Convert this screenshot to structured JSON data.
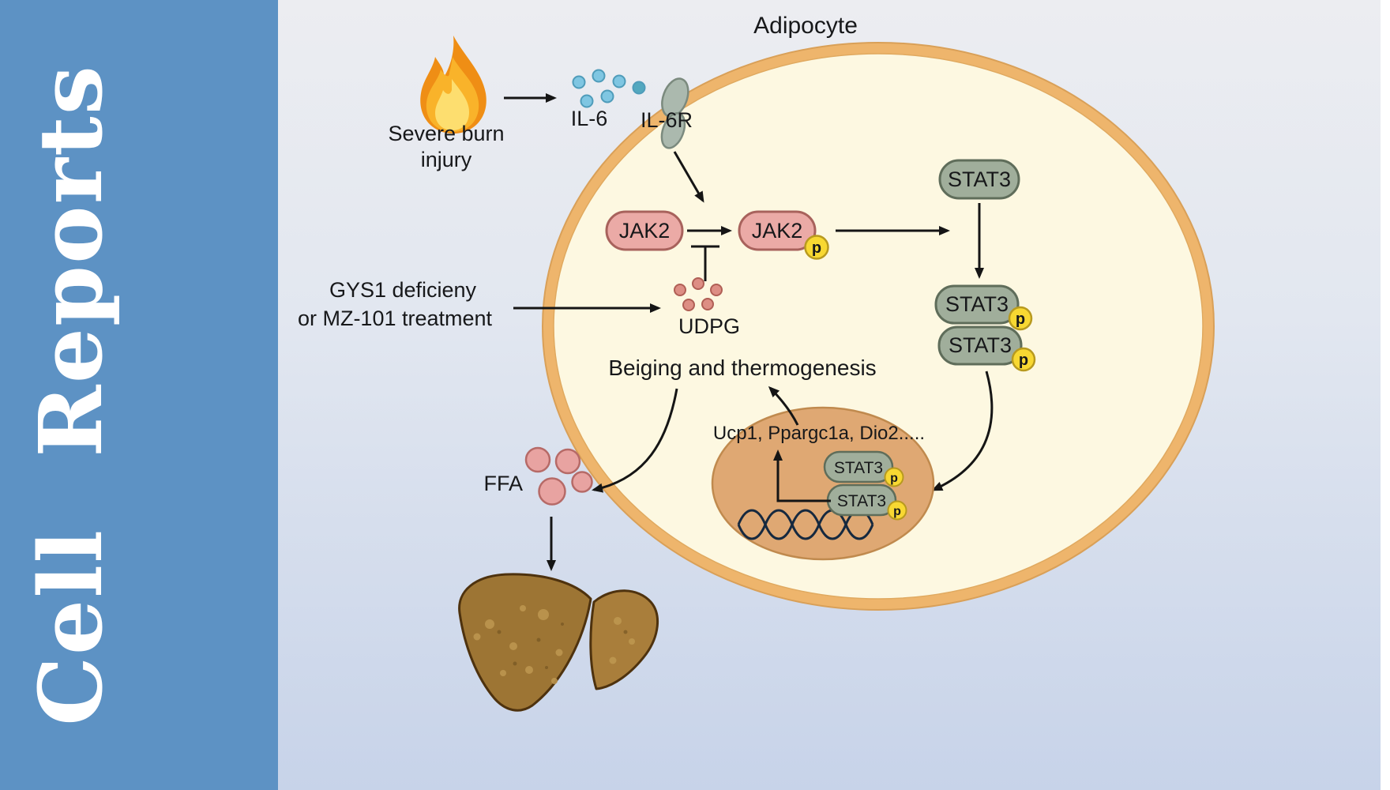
{
  "journal": {
    "name": "Cell Reports"
  },
  "diagram": {
    "cell_label": "Adipocyte",
    "burn_line1": "Severe burn",
    "burn_line2": "injury",
    "il6_label": "IL-6",
    "il6r_label": "IL-6R",
    "jak2_label": "JAK2",
    "jak2p_label": "JAK2",
    "phospho": "p",
    "stat3_label": "STAT3",
    "stat3_dimer_top": "STAT3",
    "stat3_dimer_bottom": "STAT3",
    "gys1_line1": "GYS1 deficieny",
    "gys1_line2": "or MZ-101 treatment",
    "udpg_label": "UDPG",
    "beiging_label": "Beiging and thermogenesis",
    "nucleus_genes": "Ucp1, Ppargc1a, Dio2.....",
    "nucleus_stat3_top": "STAT3",
    "nucleus_stat3_bottom": "STAT3",
    "ffa_label": "FFA"
  },
  "colors": {
    "sidebar": "#5d92c4",
    "cell_fill": "#fdf8e1",
    "cell_border": "#eeb56c",
    "jak2_fill": "#ebaaa6",
    "stat3_fill": "#a0ae9b",
    "phospho_fill": "#f8d832",
    "nucleus_fill": "#dfa873",
    "il6_dot": "#7fc6e2",
    "udpg_dot": "#dd8e84",
    "ffa_dot": "#e8a3a1"
  }
}
